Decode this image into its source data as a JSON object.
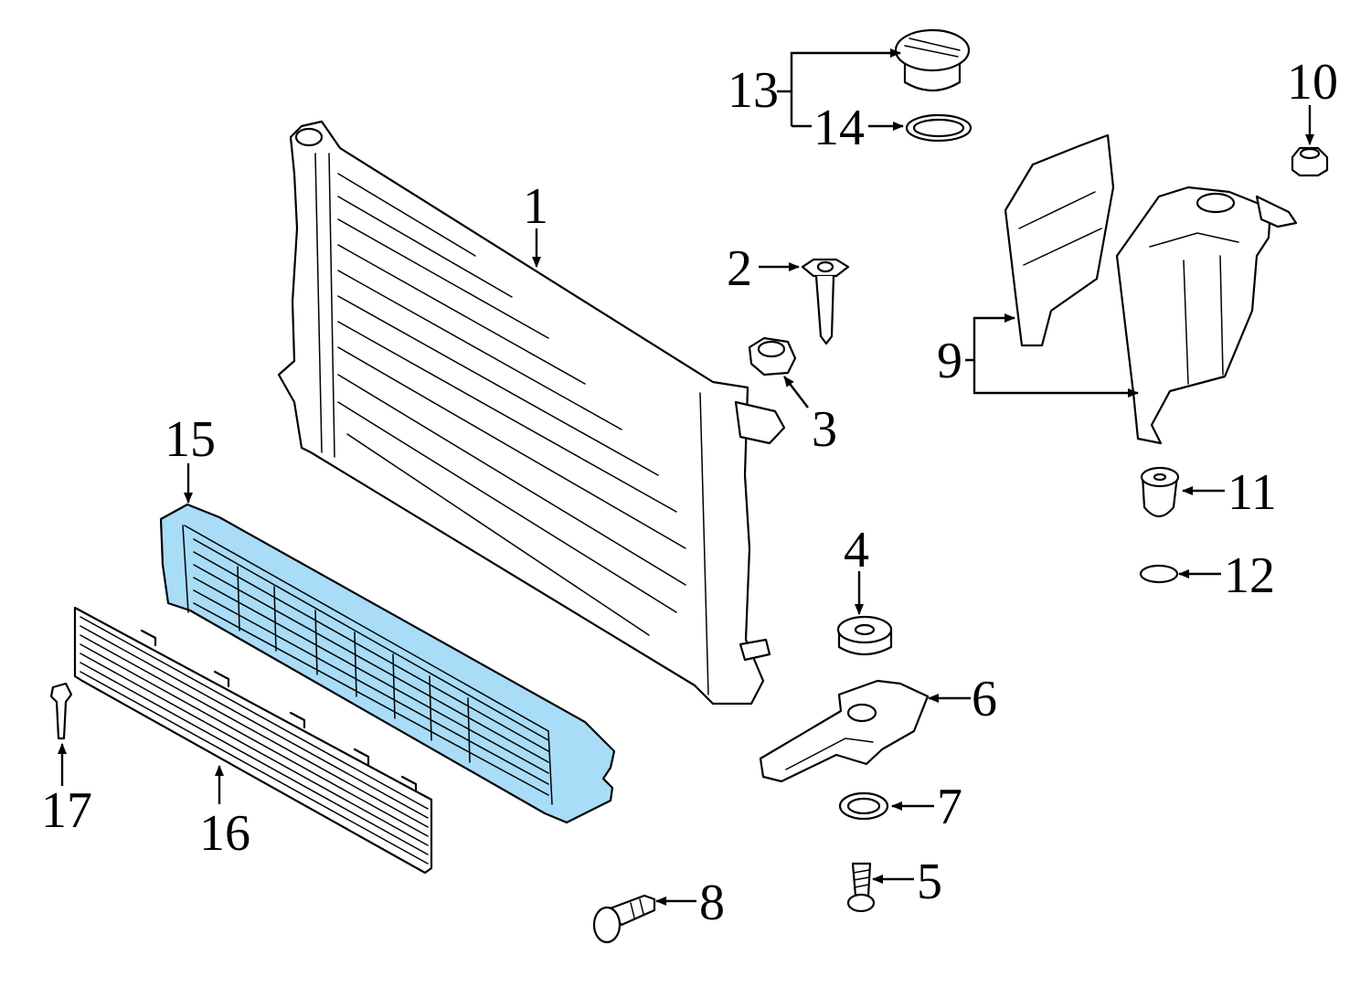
{
  "callouts": {
    "c1": "1",
    "c2": "2",
    "c3": "3",
    "c4": "4",
    "c5": "5",
    "c6": "6",
    "c7": "7",
    "c8": "8",
    "c9": "9",
    "c10": "10",
    "c11": "11",
    "c12": "12",
    "c13": "13",
    "c14": "14",
    "c15": "15",
    "c16": "16",
    "c17": "17"
  },
  "colors": {
    "highlight": "#a8dcf7",
    "line": "#000000",
    "background": "#ffffff"
  },
  "highlighted_part": "15"
}
